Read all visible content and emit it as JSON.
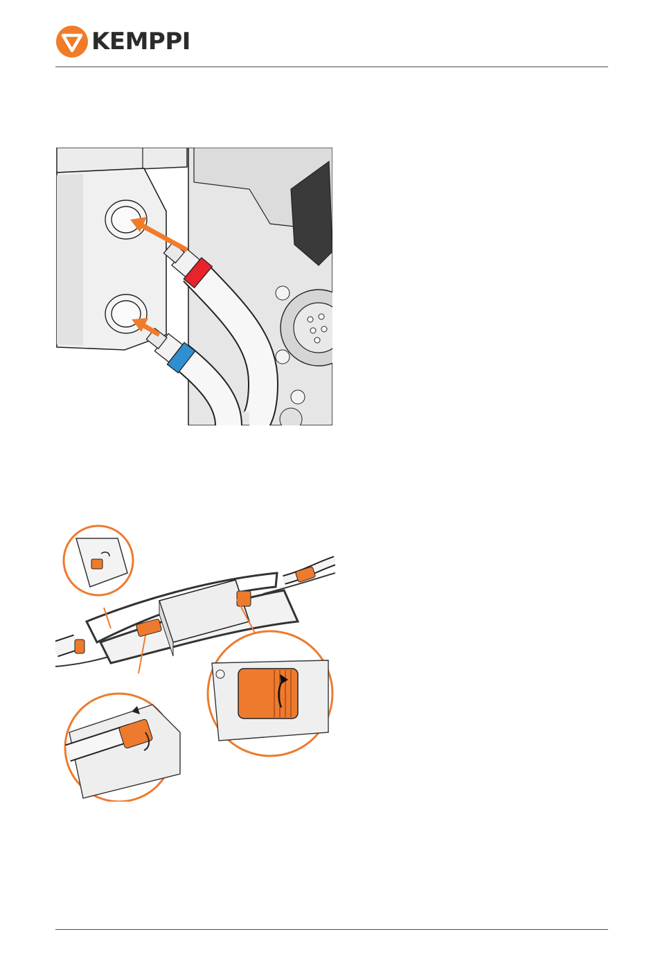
{
  "header": {
    "brand": "KEMPPI",
    "logo_icon": "kemppi-triangle-logo"
  },
  "figures": [
    {
      "name": "hose-connection-illustration",
      "accent_red": "#e8232b",
      "accent_blue": "#2f8fd0",
      "arrow_color": "#f07c2a"
    },
    {
      "name": "connector-cable-illustration",
      "accent_orange": "#ee7a2e"
    }
  ],
  "colors": {
    "brand_orange": "#f07c2a",
    "rule": "#4a4a4a"
  }
}
